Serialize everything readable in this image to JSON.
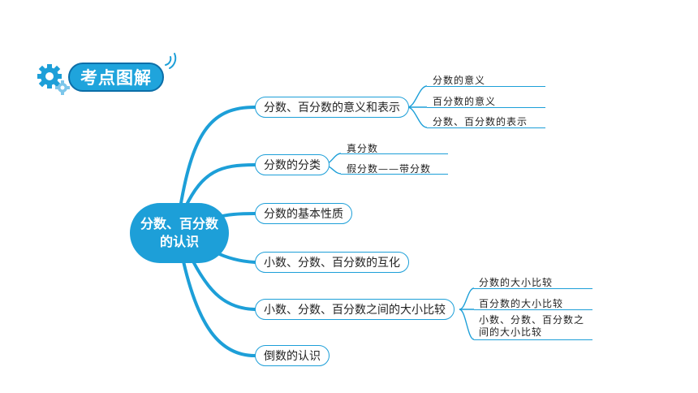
{
  "header": {
    "title": "考点图解",
    "icon": "gear-icon",
    "accent": "#1fa4dc"
  },
  "center": {
    "label": "分数、百分数的认识"
  },
  "branches": [
    {
      "label": "分数、百分数的意义和表示",
      "leaves": [
        "分数的意义",
        "百分数的意义",
        "分数、百分数的表示"
      ]
    },
    {
      "label": "分数的分类",
      "leaves": [
        "真分数",
        "假分数——带分数"
      ]
    },
    {
      "label": "分数的基本性质",
      "leaves": []
    },
    {
      "label": "小数、分数、百分数的互化",
      "leaves": []
    },
    {
      "label": "小数、分数、百分数之间的大小比较",
      "leaves": [
        "分数的大小比较",
        "百分数的大小比较",
        "小数、分数、百分数之间的大小比较"
      ]
    },
    {
      "label": "倒数的认识",
      "leaves": []
    }
  ],
  "colors": {
    "line": "#1d9fd8",
    "node_border": "#1d9fd8"
  }
}
